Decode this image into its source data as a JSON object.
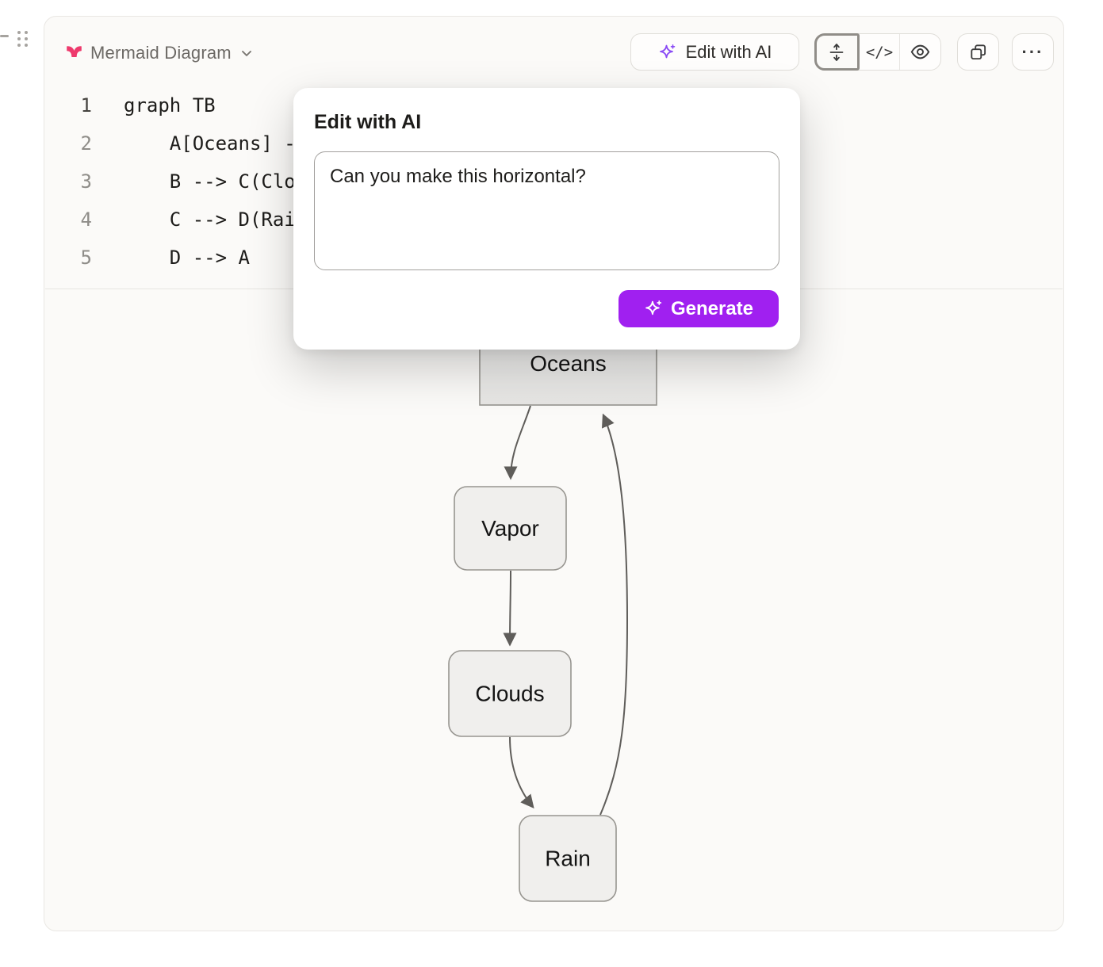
{
  "header": {
    "logo_icon": "mermaid-logo",
    "title": "Mermaid Diagram",
    "chevron_icon": "chevron-down",
    "edit_ai_button": {
      "icon": "sparkle",
      "label": "Edit with AI"
    },
    "view_toggle": {
      "selected": "split",
      "split_icon": "split-view",
      "code_icon_glyph": "</>",
      "preview_icon": "eye"
    },
    "copy_icon": "copy",
    "more_glyph": "···"
  },
  "editor": {
    "lines": [
      {
        "num": "1",
        "text": "graph TB"
      },
      {
        "num": "2",
        "text": "    A[Oceans] --> B(Vapor)"
      },
      {
        "num": "3",
        "text": "    B --> C(Clouds)"
      },
      {
        "num": "4",
        "text": "    C --> D(Rain)"
      },
      {
        "num": "5",
        "text": "    D --> A"
      }
    ]
  },
  "popup": {
    "title": "Edit with AI",
    "prompt_value": "Can you make this horizontal?",
    "generate_button": {
      "icon": "sparkle",
      "label": "Generate"
    }
  },
  "diagram": {
    "direction": "TB",
    "nodes": [
      {
        "id": "A",
        "label": "Oceans",
        "shape": "rect"
      },
      {
        "id": "B",
        "label": "Vapor",
        "shape": "rounded"
      },
      {
        "id": "C",
        "label": "Clouds",
        "shape": "rounded"
      },
      {
        "id": "D",
        "label": "Rain",
        "shape": "rounded"
      }
    ],
    "edges": [
      {
        "from": "A",
        "to": "B"
      },
      {
        "from": "B",
        "to": "C"
      },
      {
        "from": "C",
        "to": "D"
      },
      {
        "from": "D",
        "to": "A"
      }
    ]
  },
  "colors": {
    "logo_pink": "#ee3a6d",
    "sparkle_purple": "#8a4bf5",
    "generate_purple": "#a020f0",
    "node_fill": "#f0efed",
    "node_fill_top": "#f4f4f3",
    "node_fill_bottom": "#e6e5e3",
    "node_border": "#979590",
    "edge_stroke": "#5f5d5a",
    "card_bg": "#fbfaf8"
  }
}
